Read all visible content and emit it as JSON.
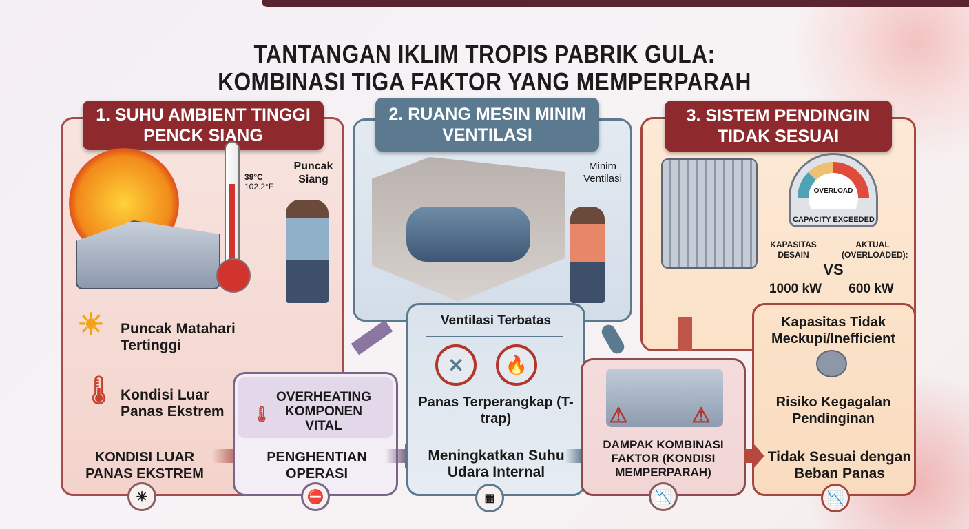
{
  "title": {
    "line1": "TANTANGAN IKLIM TROPIS PABRIK GULA:",
    "line2": "KOMBINASI TIGA FAKTOR YANG MEMPERPARAH"
  },
  "panel1": {
    "header": "1. SUHU AMBIENT TINGGI PENCK SIANG",
    "temp_c": "39°C",
    "temp_f": "102.2°F",
    "callout": "Puncak Siang",
    "item1": "Puncak Matahari Tertinggi",
    "item2": "Kondisi Luar Panas Ekstrem",
    "footer": "KONDISI LUAR PANAS EKSTREM"
  },
  "overheating": {
    "title": "OVERHEATING KOMPONEN VITAL",
    "footer": "PENGHENTIAN OPERASI"
  },
  "panel2": {
    "header": "2. RUANG MESIN MINIM VENTILASI",
    "callout": "Minim Ventilasi",
    "subtitle": "Ventilasi Terbatas",
    "item": "Panas Terperangkap (T-trap)",
    "footer": "Meningkatkan Suhu Udara Internal"
  },
  "dampak": {
    "footer": "DAMPAK KOMBINASI FAKTOR (KONDISI MEMPERPARAH)"
  },
  "panel3": {
    "header": "3. SISTEM PENDINGIN TIDAK SESUAI",
    "gauge_label": "OVERLOAD",
    "gauge_caption": "CAPACITY EXCEEDED",
    "design_label": "KAPASITAS DESAIN",
    "actual_label": "AKTUAL (OVERLOADED):",
    "vs": "VS",
    "design_value": "1000 kW",
    "actual_value": "600 kW",
    "item1": "Kapasitas Tidak Meckupi/Inefficient",
    "item2": "Risiko Kegagalan Pendinginan",
    "footer": "Tidak Sesuai dengan Beban Panas"
  },
  "colors": {
    "red_header": "#8e2a2e",
    "blue_header": "#5c7a8f",
    "panel1_bg": "#f6dbd5",
    "panel2_bg": "#dde6ef",
    "panel3_bg": "#fbe2c8",
    "overheating_bg": "#ece4f0"
  }
}
